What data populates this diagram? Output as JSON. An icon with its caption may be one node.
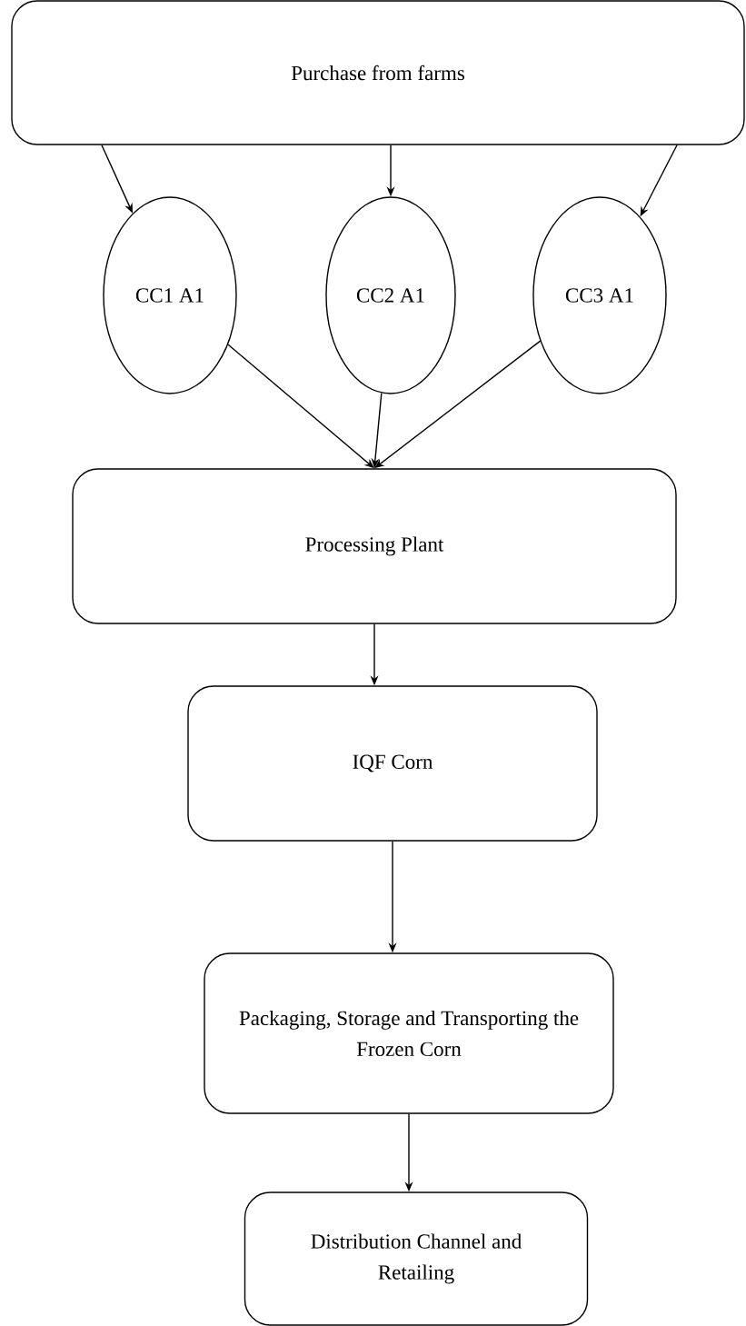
{
  "diagram": {
    "nodes": [
      {
        "text": [
          "Purchase from farms"
        ]
      },
      {
        "text": [
          "CC1 A1"
        ]
      },
      {
        "text": [
          "CC2 A1"
        ]
      },
      {
        "text": [
          "CC3 A1"
        ]
      },
      {
        "text": [
          "Processing Plant"
        ]
      },
      {
        "text": [
          "IQF Corn"
        ]
      },
      {
        "text": [
          "Packaging, Storage and Transporting the Frozen Corn"
        ]
      },
      {
        "text": [
          "Distribution Channel and Retailing"
        ]
      }
    ],
    "edges": [
      {
        "from": 0,
        "to": 1,
        "arrow": "to"
      },
      {
        "from": 0,
        "to": 2,
        "arrow": "to"
      },
      {
        "from": 0,
        "to": 3,
        "arrow": "to"
      },
      {
        "from": 1,
        "to": 4,
        "arrow": "to"
      },
      {
        "from": 2,
        "to": 4,
        "arrow": "to"
      },
      {
        "from": 3,
        "to": 4,
        "arrow": "to"
      },
      {
        "from": 4,
        "to": 5,
        "arrow": "to"
      },
      {
        "from": 5,
        "to": 6,
        "arrow": "to"
      },
      {
        "from": 6,
        "to": 7,
        "arrow": "to"
      }
    ]
  }
}
